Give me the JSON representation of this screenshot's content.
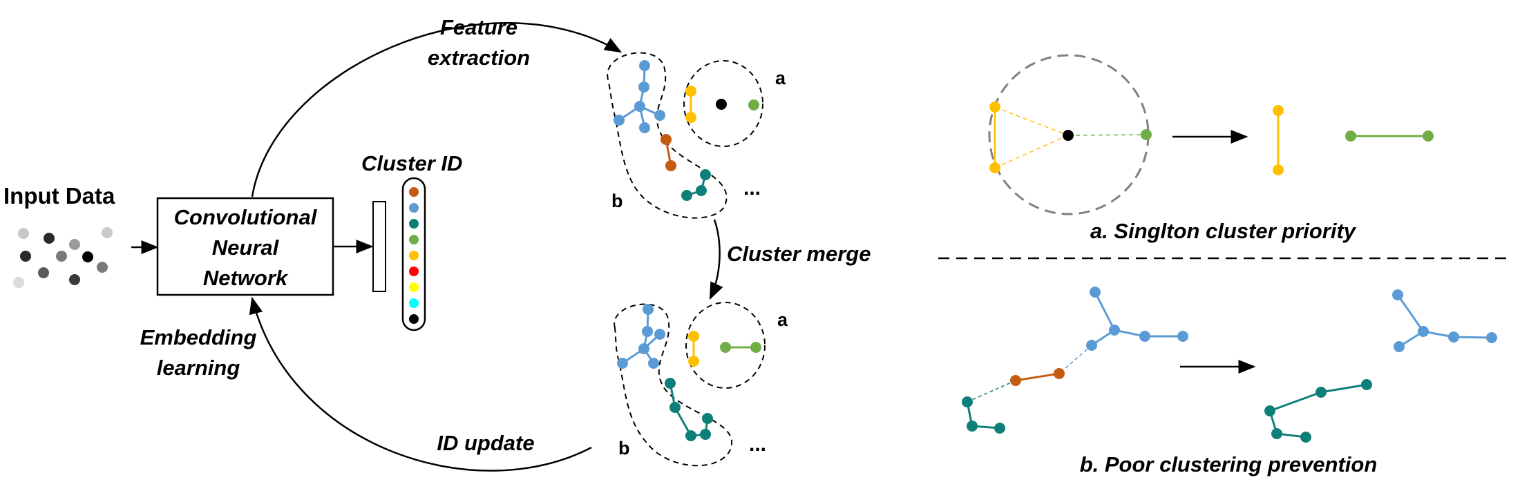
{
  "left_panel": {
    "input_label": "Input Data",
    "cnn_lines": [
      "Convolutional",
      "Neural",
      "Network"
    ],
    "cluster_id_label": "Cluster ID",
    "cluster_id_colors": [
      "#c55a11",
      "#5b9bd5",
      "#0e7f78",
      "#70ad47",
      "#ffc000",
      "#ff0000",
      "#ffff00",
      "#00ffff",
      "#000000"
    ],
    "feature_extraction_lines": [
      "Feature",
      "extraction"
    ],
    "embedding_learning_lines": [
      "Embedding",
      "learning"
    ],
    "id_update_label": "ID update",
    "cluster_merge_label": "Cluster merge",
    "group_a_label": "a",
    "group_b_label": "b",
    "ellipsis": "..."
  },
  "right_panel": {
    "caption_a": "a. Singlton cluster priority",
    "caption_b": "b. Poor clustering prevention"
  },
  "colors": {
    "blue": "#5b9bd5",
    "orange": "#c55a11",
    "teal": "#0e7f78",
    "green": "#70ad47",
    "yellow": "#ffc000",
    "black": "#000000",
    "dash_gray": "#7f7f7f"
  }
}
